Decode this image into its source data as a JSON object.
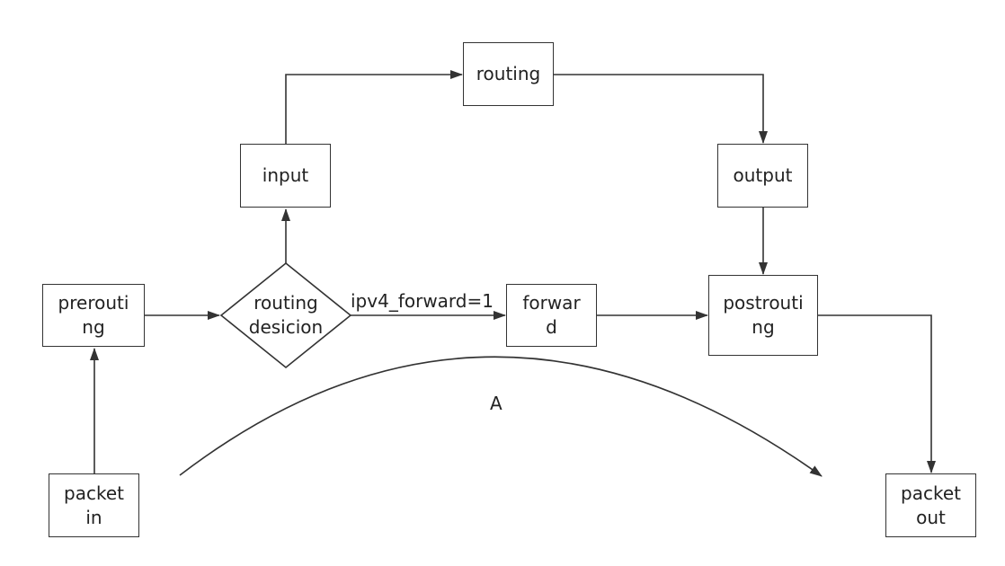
{
  "nodes": {
    "routing": "routing",
    "input": "input",
    "output": "output",
    "prerouting": "prerouti\nng",
    "routing_decision": "routing\ndesicion",
    "forward": "forwar\nd",
    "postrouting": "postrouti\nng",
    "packet_in": "packet\nin",
    "packet_out": "packet\nout"
  },
  "edge_labels": {
    "decision_to_forward": "ipv4_forward=1",
    "curve": "A"
  }
}
